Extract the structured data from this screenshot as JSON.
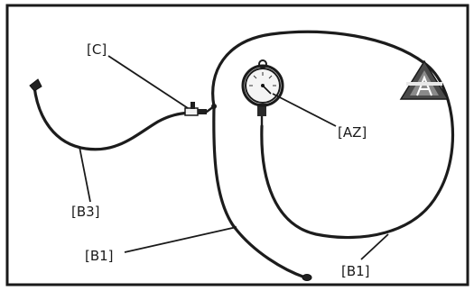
{
  "labels": {
    "c": "[C]",
    "b3": "[B3]",
    "b1_left": "[B1]",
    "b1_right": "[B1]",
    "az": "[AZ]"
  },
  "icons": {
    "logo": "triangle-a-logo-icon",
    "gauge": "pressure-gauge-icon",
    "valve": "schrader-valve-icon"
  },
  "colors": {
    "ink": "#1c1c1c",
    "paper": "#ffffff"
  }
}
